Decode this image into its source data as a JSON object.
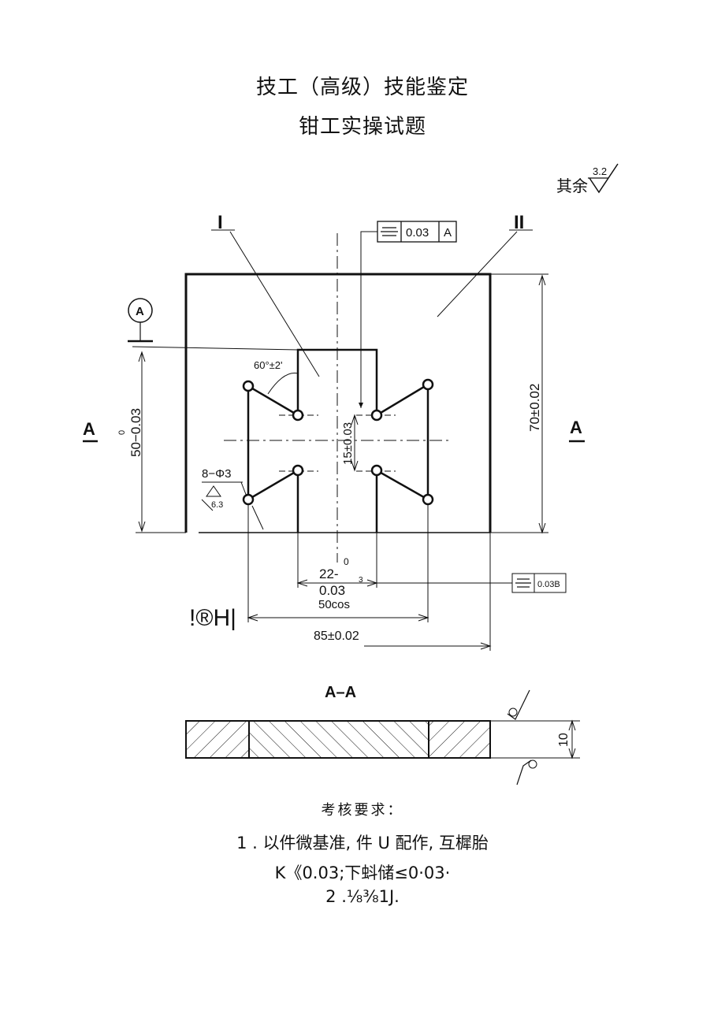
{
  "title": {
    "line1": "技工（高级）技能鉴定",
    "line2": "钳工实操试题"
  },
  "drawing": {
    "surface_note": "其余",
    "surface_value": "3.2",
    "part_label_1": "I",
    "part_label_2": "II",
    "datum_a": "A",
    "tolerance_symmetry_top": "0.03",
    "tolerance_symmetry_datum": "A",
    "tolerance_bottom_value": "0.03B",
    "section_label_left": "A",
    "section_label_right": "A",
    "angle_label": "60°±2'",
    "holes_label": "8−Φ3",
    "holes_roughness": "6.3",
    "dim_height_left": "50−0.03",
    "dim_height_left_upper": "0",
    "dim_height_right": "70±0.02",
    "dim_center_15": "15±0.03",
    "dim_22": "22-",
    "dim_22_upper": "0",
    "dim_22_lower": "0.03",
    "dim_50cos": "50cos",
    "dim_85": "85±0.02",
    "dim_thickness": "10",
    "section_title": "A–A"
  },
  "scan_artifact": "!®H|",
  "requirements": {
    "heading": "考核要求：",
    "line1": "1 . 以件微基准, 件 U 配作, 互樨胎",
    "line2": "K《0.03;下蚪储≤0·03·",
    "line3": "2 .⅛⅜1J."
  }
}
